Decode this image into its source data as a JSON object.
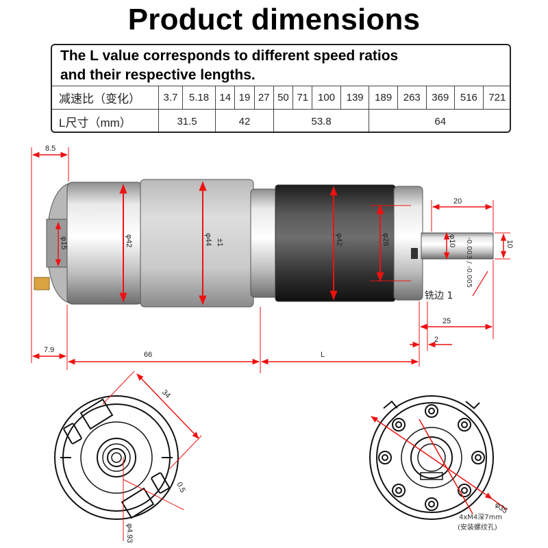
{
  "title": "Product dimensions",
  "note": {
    "line1": "The L value corresponds to different speed ratios",
    "line2": "and their respective lengths."
  },
  "spec_table": {
    "ratio_header": "减速比（变化）",
    "ratios": [
      "3.7",
      "5.18",
      "14",
      "19",
      "27",
      "50",
      "71",
      "100",
      "139",
      "189",
      "263",
      "369",
      "516",
      "721"
    ],
    "length_header": "L尺寸（mm）",
    "lengths": [
      {
        "value": "31.5",
        "span": 2
      },
      {
        "value": "42",
        "span": 3
      },
      {
        "value": "53.8",
        "span": 4
      },
      {
        "value": "64",
        "span": 5
      }
    ]
  },
  "side_view": {
    "dim_rear_top": "8.5",
    "dim_motor_dia": "φ42",
    "dim_mid_dia": "φ44",
    "dim_mid_tol": "±1",
    "dim_gear_dia": "φ42",
    "dim_boss_dia": "φ26",
    "dim_endcap": "φ15",
    "dim_shaft_len": "20",
    "dim_shaft_dia": "φ10",
    "dim_shaft_tol": "-0.003 / -0.005",
    "dim_flat": "10",
    "callout_flat": "铣边 1",
    "dim_25": "25",
    "dim_2": "2",
    "dim_7_9": "7.9",
    "dim_66": "66",
    "dim_L": "L"
  },
  "rear_view": {
    "dim_34": "34",
    "dim_0_5": "0.5",
    "dim_4_93": "φ4.93"
  },
  "front_view": {
    "dim_35": "φ35",
    "holes_line1": "4xM4深7mm",
    "holes_line2": "(安装螺纹孔)"
  }
}
